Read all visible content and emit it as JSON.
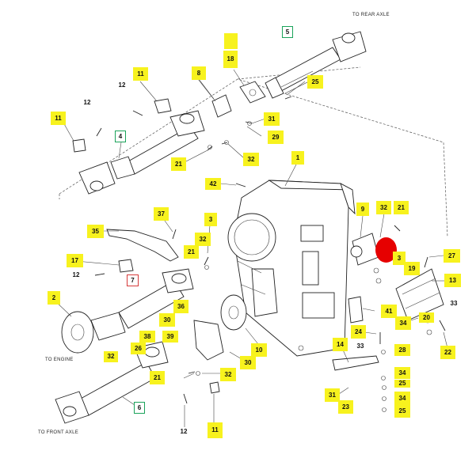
{
  "diagram": {
    "captions": {
      "rear_axle": "TO REAR AXLE",
      "engine": "TO ENGINE",
      "front_axle": "TO FRONT AXLE"
    },
    "callouts": [
      {
        "id": "c-18",
        "text": "",
        "style": "yellow"
      },
      {
        "id": "c-18b",
        "text": "18",
        "style": "yellow"
      },
      {
        "id": "c-5",
        "text": "5",
        "style": "green"
      },
      {
        "id": "c-12a",
        "text": "12",
        "style": "plain"
      },
      {
        "id": "c-11a",
        "text": "11",
        "style": "yellow"
      },
      {
        "id": "c-8",
        "text": "8",
        "style": "yellow"
      },
      {
        "id": "c-25a",
        "text": "25",
        "style": "yellow"
      },
      {
        "id": "c-12b",
        "text": "12",
        "style": "plain"
      },
      {
        "id": "c-11b",
        "text": "11",
        "style": "yellow"
      },
      {
        "id": "c-31a",
        "text": "31",
        "style": "yellow"
      },
      {
        "id": "c-4",
        "text": "4",
        "style": "green"
      },
      {
        "id": "c-29",
        "text": "29",
        "style": "yellow"
      },
      {
        "id": "c-1",
        "text": "1",
        "style": "yellow"
      },
      {
        "id": "c-21a",
        "text": "21",
        "style": "yellow"
      },
      {
        "id": "c-32a",
        "text": "32",
        "style": "yellow"
      },
      {
        "id": "c-42",
        "text": "42",
        "style": "yellow"
      },
      {
        "id": "c-9",
        "text": "9",
        "style": "yellow"
      },
      {
        "id": "c-32b",
        "text": "32",
        "style": "yellow"
      },
      {
        "id": "c-21b",
        "text": "21",
        "style": "yellow"
      },
      {
        "id": "c-37",
        "text": "37",
        "style": "yellow"
      },
      {
        "id": "c-3",
        "text": "3",
        "style": "yellow"
      },
      {
        "id": "c-35",
        "text": "35",
        "style": "yellow"
      },
      {
        "id": "c-32c",
        "text": "32",
        "style": "yellow"
      },
      {
        "id": "c-21c",
        "text": "21",
        "style": "yellow"
      },
      {
        "id": "c-27",
        "text": "27",
        "style": "yellow"
      },
      {
        "id": "c-17",
        "text": "17",
        "style": "yellow"
      },
      {
        "id": "c-12c",
        "text": "12",
        "style": "plain"
      },
      {
        "id": "c-3b",
        "text": "3",
        "style": "yellow"
      },
      {
        "id": "c-19",
        "text": "19",
        "style": "yellow"
      },
      {
        "id": "c-13",
        "text": "13",
        "style": "yellow"
      },
      {
        "id": "c-7",
        "text": "7",
        "style": "red"
      },
      {
        "id": "c-2",
        "text": "2",
        "style": "yellow"
      },
      {
        "id": "c-36",
        "text": "36",
        "style": "yellow"
      },
      {
        "id": "c-41",
        "text": "41",
        "style": "yellow"
      },
      {
        "id": "c-33a",
        "text": "33",
        "style": "plain"
      },
      {
        "id": "c-30a",
        "text": "30",
        "style": "yellow"
      },
      {
        "id": "c-38",
        "text": "38",
        "style": "yellow"
      },
      {
        "id": "c-39",
        "text": "39",
        "style": "yellow"
      },
      {
        "id": "c-34a",
        "text": "34",
        "style": "yellow"
      },
      {
        "id": "c-20",
        "text": "20",
        "style": "yellow"
      },
      {
        "id": "c-24",
        "text": "24",
        "style": "yellow"
      },
      {
        "id": "c-26",
        "text": "26",
        "style": "yellow"
      },
      {
        "id": "c-10",
        "text": "10",
        "style": "yellow"
      },
      {
        "id": "c-33b",
        "text": "33",
        "style": "plain"
      },
      {
        "id": "c-28",
        "text": "28",
        "style": "yellow"
      },
      {
        "id": "c-22",
        "text": "22",
        "style": "yellow"
      },
      {
        "id": "c-32d",
        "text": "32",
        "style": "yellow"
      },
      {
        "id": "c-30b",
        "text": "30",
        "style": "yellow"
      },
      {
        "id": "c-14",
        "text": "14",
        "style": "yellow"
      },
      {
        "id": "c-21d",
        "text": "21",
        "style": "yellow"
      },
      {
        "id": "c-32e",
        "text": "32",
        "style": "yellow"
      },
      {
        "id": "c-34b",
        "text": "34",
        "style": "yellow"
      },
      {
        "id": "c-25b",
        "text": "25",
        "style": "yellow"
      },
      {
        "id": "c-31b",
        "text": "31",
        "style": "yellow"
      },
      {
        "id": "c-34c",
        "text": "34",
        "style": "yellow"
      },
      {
        "id": "c-23",
        "text": "23",
        "style": "yellow"
      },
      {
        "id": "c-25c",
        "text": "25",
        "style": "yellow"
      },
      {
        "id": "c-6",
        "text": "6",
        "style": "green"
      },
      {
        "id": "c-12d",
        "text": "12",
        "style": "plain"
      },
      {
        "id": "c-11c",
        "text": "11",
        "style": "yellow"
      }
    ]
  }
}
